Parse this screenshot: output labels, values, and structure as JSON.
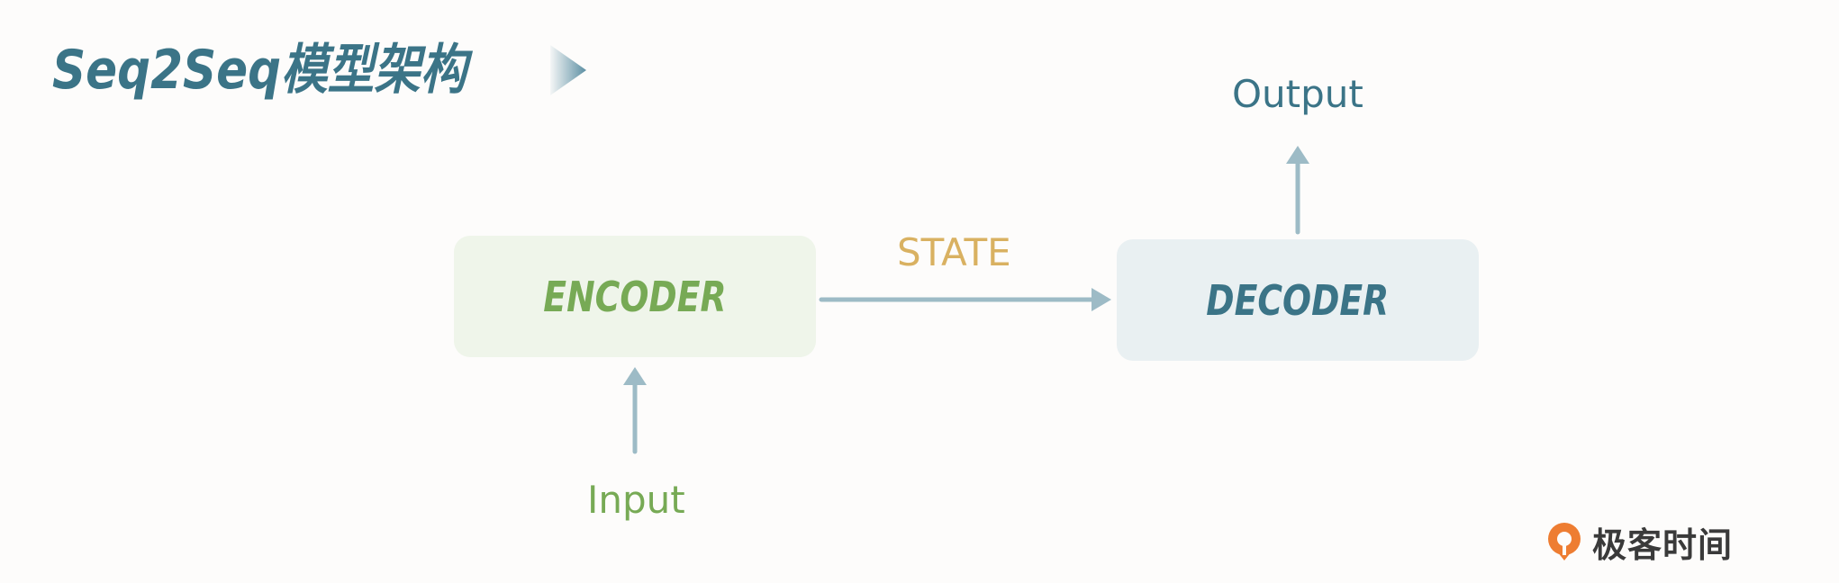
{
  "title": {
    "text": "Seq2Seq模型架构",
    "arrow_icon": "play-triangle-icon"
  },
  "diagram": {
    "encoder_label": "ENCODER",
    "decoder_label": "DECODER",
    "input_label": "Input",
    "output_label": "Output",
    "state_label": "STATE",
    "colors": {
      "encoder_bg": "#eff5ea",
      "encoder_text": "#77aa55",
      "decoder_bg": "#e9f0f2",
      "decoder_text": "#3b7487",
      "state_text": "#d9b161",
      "arrow": "#9dbbc6"
    }
  },
  "branding": {
    "logo_text": "极客时间",
    "logo_icon": "geektime-logo-icon",
    "logo_color": "#ee7d32"
  }
}
